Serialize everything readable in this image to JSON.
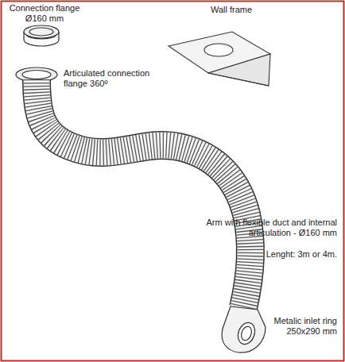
{
  "diagram": {
    "labels": [
      "Connection flange Ø160 mm",
      "Wall frame",
      "Articulated connection flange 360º",
      "Arm with flexible duct and internal articulation - Ø160 mm",
      "Lenght: 3m or 4m.",
      "Metalic inlet ring 250x290 mm"
    ]
  }
}
